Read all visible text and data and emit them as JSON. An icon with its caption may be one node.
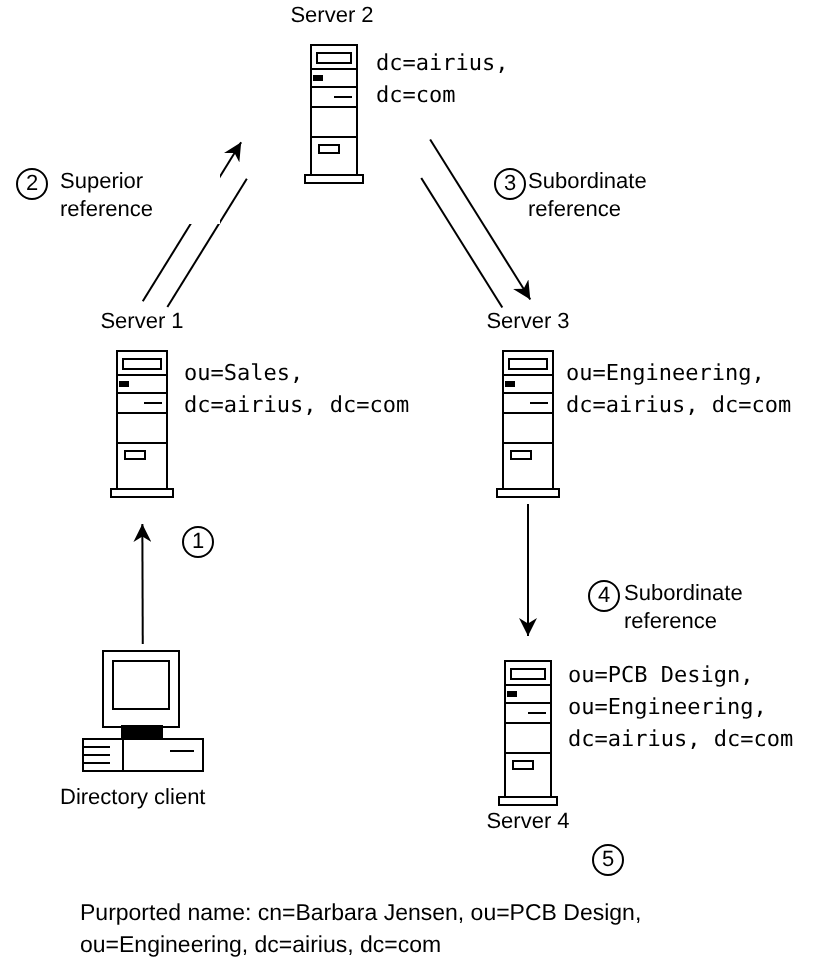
{
  "diagram": {
    "nodes": [
      {
        "text": [
          "Server 2"
        ],
        "beside": [
          "dc=airius, dc=com"
        ]
      },
      {
        "text": [
          "Server 1"
        ],
        "beside": [
          "ou=Sales, dc=airius, dc=com"
        ]
      },
      {
        "text": [
          "Server 3"
        ],
        "beside": [
          "ou=Engineering, dc=airius, dc=com"
        ]
      },
      {
        "text": [
          "Directory client"
        ]
      },
      {
        "text": [
          "Server 4"
        ],
        "beside": [
          "ou=PCB Design, ou=Engineering, dc=airius, dc=com"
        ]
      }
    ],
    "edges": [
      {
        "from": 3,
        "to": 1,
        "arrow": "to"
      },
      {
        "from": 1,
        "to": 0,
        "arrow": "to",
        "label": "Superior reference"
      },
      {
        "from": 0,
        "to": 1,
        "arrow": "none"
      },
      {
        "from": 0,
        "to": 2,
        "arrow": "to",
        "label": "Subordinate reference"
      },
      {
        "from": 2,
        "to": 0,
        "arrow": "none"
      },
      {
        "from": 2,
        "to": 4,
        "arrow": "to",
        "label": "Subordinate reference"
      }
    ],
    "labels": [
      "1",
      "2",
      "3",
      "4",
      "5",
      "Purported name: cn=Barbara Jensen, ou=PCB Design, ou=Engineering, dc=airius, dc=com"
    ]
  }
}
